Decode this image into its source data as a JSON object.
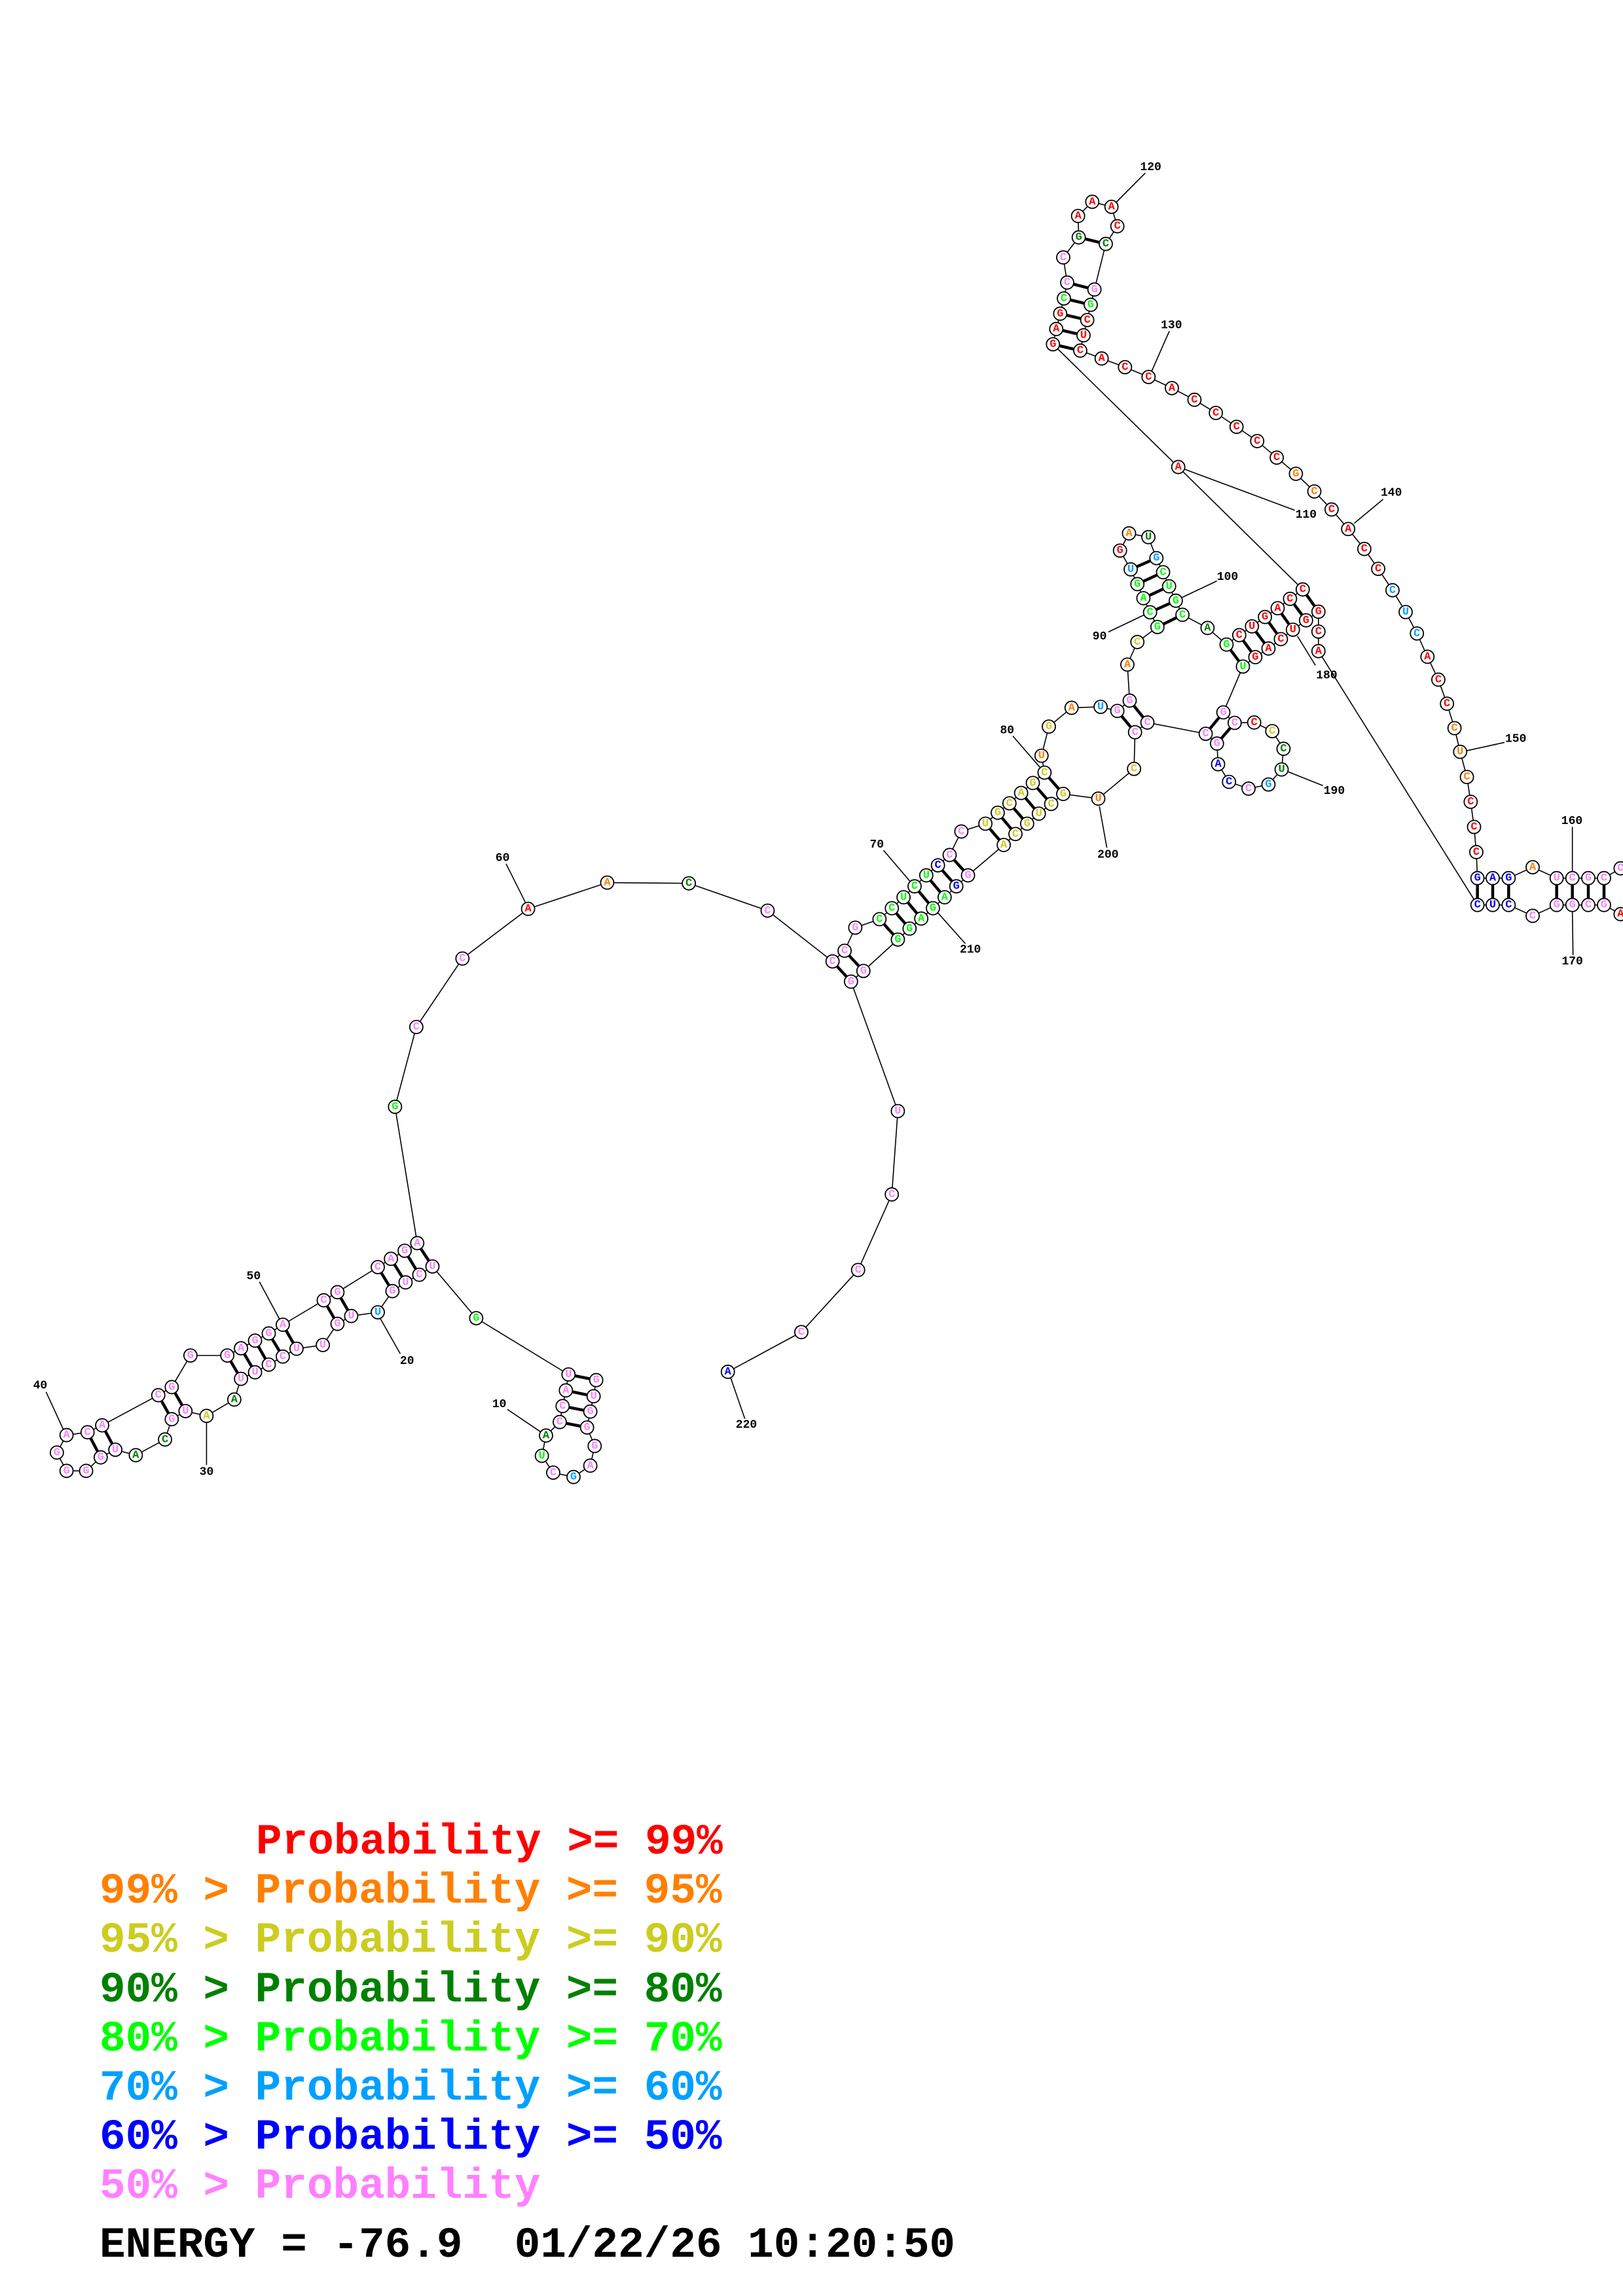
{
  "colors": {
    "R": "#ff0000",
    "O": "#ff8000",
    "Y": "#cccc20",
    "D": "#008000",
    "G": "#00ff00",
    "S": "#00a0ff",
    "B": "#0000ff",
    "P": "#ff80ff"
  },
  "nucleotides": {
    "1": [
      "G",
      "P"
    ],
    "2": [
      "U",
      "P"
    ],
    "3": [
      "G",
      "P"
    ],
    "4": [
      "G",
      "P"
    ],
    "5": [
      "G",
      "P"
    ],
    "6": [
      "A",
      "P"
    ],
    "7": [
      "G",
      "S"
    ],
    "8": [
      "C",
      "P"
    ],
    "9": [
      "U",
      "G"
    ],
    "10": [
      "A",
      "D"
    ],
    "11": [
      "C",
      "P"
    ],
    "12": [
      "C",
      "P"
    ],
    "13": [
      "A",
      "P"
    ],
    "14": [
      "U",
      "P"
    ],
    "15": [
      "G",
      "G"
    ],
    "16": [
      "U",
      "P"
    ],
    "17": [
      "C",
      "P"
    ],
    "18": [
      "U",
      "P"
    ],
    "19": [
      "G",
      "P"
    ],
    "20": [
      "U",
      "S"
    ],
    "21": [
      "U",
      "P"
    ],
    "22": [
      "G",
      "P"
    ],
    "23": [
      "U",
      "P"
    ],
    "24": [
      "U",
      "P"
    ],
    "25": [
      "C",
      "P"
    ],
    "26": [
      "C",
      "P"
    ],
    "27": [
      "U",
      "P"
    ],
    "28": [
      "U",
      "P"
    ],
    "29": [
      "A",
      "D"
    ],
    "30": [
      "A",
      "Y"
    ],
    "31": [
      "U",
      "P"
    ],
    "32": [
      "G",
      "P"
    ],
    "33": [
      "C",
      "D"
    ],
    "34": [
      "A",
      "D"
    ],
    "35": [
      "U",
      "P"
    ],
    "36": [
      "G",
      "P"
    ],
    "37": [
      "G",
      "P"
    ],
    "38": [
      "G",
      "P"
    ],
    "39": [
      "G",
      "P"
    ],
    "40": [
      "A",
      "P"
    ],
    "41": [
      "C",
      "P"
    ],
    "42": [
      "A",
      "P"
    ],
    "43": [
      "C",
      "P"
    ],
    "44": [
      "G",
      "P"
    ],
    "45": [
      "G",
      "P"
    ],
    "46": [
      "G",
      "P"
    ],
    "47": [
      "A",
      "P"
    ],
    "48": [
      "G",
      "P"
    ],
    "49": [
      "G",
      "P"
    ],
    "50": [
      "A",
      "P"
    ],
    "51": [
      "C",
      "P"
    ],
    "52": [
      "G",
      "P"
    ],
    "53": [
      "C",
      "P"
    ],
    "54": [
      "A",
      "P"
    ],
    "55": [
      "G",
      "P"
    ],
    "56": [
      "A",
      "P"
    ],
    "57": [
      "G",
      "G"
    ],
    "58": [
      "C",
      "P"
    ],
    "59": [
      "C",
      "P"
    ],
    "60": [
      "A",
      "R"
    ],
    "61": [
      "A",
      "O"
    ],
    "62": [
      "C",
      "D"
    ],
    "63": [
      "C",
      "P"
    ],
    "64": [
      "C",
      "P"
    ],
    "65": [
      "C",
      "P"
    ],
    "66": [
      "G",
      "P"
    ],
    "67": [
      "C",
      "G"
    ],
    "68": [
      "C",
      "G"
    ],
    "69": [
      "U",
      "G"
    ],
    "70": [
      "C",
      "G"
    ],
    "71": [
      "U",
      "G"
    ],
    "72": [
      "C",
      "B"
    ],
    "73": [
      "C",
      "P"
    ],
    "74": [
      "C",
      "P"
    ],
    "75": [
      "U",
      "Y"
    ],
    "76": [
      "G",
      "Y"
    ],
    "77": [
      "C",
      "Y"
    ],
    "78": [
      "A",
      "Y"
    ],
    "79": [
      "G",
      "Y"
    ],
    "80": [
      "C",
      "Y"
    ],
    "81": [
      "U",
      "O"
    ],
    "82": [
      "G",
      "Y"
    ],
    "83": [
      "A",
      "O"
    ],
    "84": [
      "U",
      "S"
    ],
    "85": [
      "G",
      "P"
    ],
    "86": [
      "G",
      "P"
    ],
    "87": [
      "A",
      "O"
    ],
    "88": [
      "C",
      "Y"
    ],
    "89": [
      "G",
      "G"
    ],
    "90": [
      "C",
      "G"
    ],
    "91": [
      "A",
      "G"
    ],
    "92": [
      "G",
      "G"
    ],
    "93": [
      "U",
      "S"
    ],
    "94": [
      "G",
      "R"
    ],
    "95": [
      "A",
      "O"
    ],
    "96": [
      "U",
      "D"
    ],
    "97": [
      "G",
      "S"
    ],
    "98": [
      "C",
      "G"
    ],
    "99": [
      "U",
      "G"
    ],
    "100": [
      "G",
      "G"
    ],
    "101": [
      "C",
      "G"
    ],
    "102": [
      "A",
      "D"
    ],
    "103": [
      "G",
      "G"
    ],
    "104": [
      "C",
      "R"
    ],
    "105": [
      "U",
      "R"
    ],
    "106": [
      "G",
      "R"
    ],
    "107": [
      "A",
      "R"
    ],
    "108": [
      "C",
      "R"
    ],
    "109": [
      "C",
      "R"
    ],
    "110": [
      "A",
      "R"
    ],
    "111": [
      "G",
      "R"
    ],
    "112": [
      "A",
      "R"
    ],
    "113": [
      "G",
      "R"
    ],
    "114": [
      "C",
      "G"
    ],
    "115": [
      "C",
      "P"
    ],
    "116": [
      "C",
      "P"
    ],
    "117": [
      "G",
      "D"
    ],
    "118": [
      "A",
      "R"
    ],
    "119": [
      "A",
      "R"
    ],
    "120": [
      "A",
      "R"
    ],
    "121": [
      "C",
      "R"
    ],
    "122": [
      "C",
      "D"
    ],
    "123": [
      "G",
      "P"
    ],
    "124": [
      "G",
      "G"
    ],
    "125": [
      "C",
      "R"
    ],
    "126": [
      "U",
      "R"
    ],
    "127": [
      "C",
      "R"
    ],
    "128": [
      "A",
      "R"
    ],
    "129": [
      "C",
      "R"
    ],
    "130": [
      "C",
      "R"
    ],
    "131": [
      "A",
      "R"
    ],
    "132": [
      "C",
      "R"
    ],
    "133": [
      "C",
      "R"
    ],
    "134": [
      "C",
      "R"
    ],
    "135": [
      "C",
      "R"
    ],
    "136": [
      "C",
      "R"
    ],
    "137": [
      "G",
      "O"
    ],
    "138": [
      "C",
      "O"
    ],
    "139": [
      "C",
      "R"
    ],
    "140": [
      "A",
      "R"
    ],
    "141": [
      "C",
      "R"
    ],
    "142": [
      "C",
      "R"
    ],
    "143": [
      "C",
      "S"
    ],
    "144": [
      "U",
      "S"
    ],
    "145": [
      "C",
      "S"
    ],
    "146": [
      "A",
      "R"
    ],
    "147": [
      "C",
      "R"
    ],
    "148": [
      "C",
      "R"
    ],
    "149": [
      "C",
      "O"
    ],
    "150": [
      "U",
      "O"
    ],
    "151": [
      "C",
      "O"
    ],
    "152": [
      "C",
      "R"
    ],
    "153": [
      "C",
      "R"
    ],
    "154": [
      "C",
      "R"
    ],
    "155": [
      "G",
      "B"
    ],
    "156": [
      "A",
      "B"
    ],
    "157": [
      "G",
      "B"
    ],
    "158": [
      "A",
      "O"
    ],
    "159": [
      "U",
      "P"
    ],
    "160": [
      "C",
      "P"
    ],
    "161": [
      "G",
      "P"
    ],
    "162": [
      "C",
      "P"
    ],
    "163": [
      "C",
      "P"
    ],
    "167": [
      "A",
      "R"
    ],
    "168": [
      "G",
      "P"
    ],
    "169": [
      "C",
      "P"
    ],
    "170": [
      "G",
      "P"
    ],
    "171": [
      "G",
      "P"
    ],
    "172": [
      "C",
      "P"
    ],
    "173": [
      "C",
      "B"
    ],
    "174": [
      "U",
      "B"
    ],
    "175": [
      "C",
      "B"
    ],
    "176": [
      "A",
      "R"
    ],
    "177": [
      "C",
      "R"
    ],
    "178": [
      "G",
      "R"
    ],
    "179": [
      "G",
      "R"
    ],
    "180": [
      "U",
      "R"
    ],
    "181": [
      "C",
      "R"
    ],
    "182": [
      "A",
      "R"
    ],
    "183": [
      "G",
      "R"
    ],
    "184": [
      "U",
      "G"
    ],
    "185": [
      "G",
      "P"
    ],
    "186": [
      "C",
      "P"
    ],
    "187": [
      "C",
      "R"
    ],
    "188": [
      "C",
      "Y"
    ],
    "189": [
      "C",
      "D"
    ],
    "190": [
      "U",
      "D"
    ],
    "191": [
      "G",
      "S"
    ],
    "192": [
      "C",
      "P"
    ],
    "193": [
      "C",
      "B"
    ],
    "194": [
      "A",
      "B"
    ],
    "195": [
      "G",
      "P"
    ],
    "196": [
      "C",
      "P"
    ],
    "197": [
      "C",
      "P"
    ],
    "198": [
      "C",
      "P"
    ],
    "199": [
      "C",
      "Y"
    ],
    "200": [
      "U",
      "O"
    ],
    "201": [
      "G",
      "Y"
    ],
    "202": [
      "C",
      "Y"
    ],
    "203": [
      "U",
      "Y"
    ],
    "204": [
      "G",
      "Y"
    ],
    "205": [
      "C",
      "Y"
    ],
    "206": [
      "A",
      "Y"
    ],
    "207": [
      "G",
      "P"
    ],
    "208": [
      "G",
      "B"
    ],
    "209": [
      "A",
      "G"
    ],
    "210": [
      "G",
      "G"
    ],
    "211": [
      "A",
      "G"
    ],
    "212": [
      "G",
      "G"
    ],
    "213": [
      "G",
      "G"
    ],
    "214": [
      "G",
      "P"
    ],
    "215": [
      "G",
      "P"
    ],
    "216": [
      "U",
      "P"
    ],
    "217": [
      "C",
      "P"
    ],
    "218": [
      "C",
      "P"
    ],
    "219": [
      "C",
      "P"
    ],
    "220": [
      "A",
      "B"
    ]
  },
  "base_pairs": [
    [
      1,
      14
    ],
    [
      2,
      13
    ],
    [
      3,
      12
    ],
    [
      4,
      11
    ],
    [
      16,
      56
    ],
    [
      17,
      55
    ],
    [
      18,
      54
    ],
    [
      19,
      53
    ],
    [
      21,
      52
    ],
    [
      22,
      51
    ],
    [
      24,
      50
    ],
    [
      25,
      49
    ],
    [
      26,
      48
    ],
    [
      27,
      47
    ],
    [
      28,
      46
    ],
    [
      31,
      44
    ],
    [
      32,
      43
    ],
    [
      35,
      42
    ],
    [
      36,
      41
    ],
    [
      64,
      215
    ],
    [
      65,
      214
    ],
    [
      67,
      213
    ],
    [
      68,
      212
    ],
    [
      69,
      211
    ],
    [
      70,
      210
    ],
    [
      71,
      209
    ],
    [
      72,
      208
    ],
    [
      73,
      207
    ],
    [
      75,
      206
    ],
    [
      76,
      205
    ],
    [
      77,
      204
    ],
    [
      78,
      203
    ],
    [
      79,
      202
    ],
    [
      80,
      201
    ],
    [
      85,
      198
    ],
    [
      86,
      197
    ],
    [
      89,
      101
    ],
    [
      90,
      100
    ],
    [
      91,
      99
    ],
    [
      92,
      98
    ],
    [
      93,
      97
    ],
    [
      103,
      184
    ],
    [
      104,
      183
    ],
    [
      105,
      182
    ],
    [
      106,
      181
    ],
    [
      107,
      180
    ],
    [
      108,
      179
    ],
    [
      109,
      178
    ],
    [
      185,
      196
    ],
    [
      186,
      195
    ],
    [
      111,
      127
    ],
    [
      112,
      126
    ],
    [
      113,
      125
    ],
    [
      114,
      124
    ],
    [
      115,
      123
    ],
    [
      117,
      122
    ],
    [
      155,
      175
    ],
    [
      156,
      174
    ],
    [
      157,
      173
    ],
    [
      159,
      171
    ],
    [
      160,
      170
    ],
    [
      161,
      169
    ],
    [
      162,
      168
    ]
  ],
  "position_labels": [
    "10",
    "20",
    "30",
    "40",
    "50",
    "60",
    "70",
    "80",
    "90",
    "100",
    "110",
    "120",
    "130",
    "140",
    "150",
    "160",
    "170",
    "180",
    "190",
    "200",
    "210",
    "220"
  ],
  "legend": [
    {
      "prefix": "",
      "text": "Probability >= 99%",
      "color": "#ff0000"
    },
    {
      "prefix": "99% > ",
      "text": "Probability >= 95%",
      "color": "#ff8000"
    },
    {
      "prefix": "95% > ",
      "text": "Probability >= 90%",
      "color": "#cccc20"
    },
    {
      "prefix": "90% > ",
      "text": "Probability >= 80%",
      "color": "#008000"
    },
    {
      "prefix": "80% > ",
      "text": "Probability >= 70%",
      "color": "#00ff00"
    },
    {
      "prefix": "70% > ",
      "text": "Probability >= 60%",
      "color": "#00a0ff"
    },
    {
      "prefix": "60% > ",
      "text": "Probability >= 50%",
      "color": "#0000ff"
    },
    {
      "prefix": "50% > ",
      "text": "Probability",
      "color": "#ff80ff"
    }
  ],
  "footer": {
    "energy": "ENERGY = -76.9",
    "timestamp": "01/22/26 10:20:50"
  }
}
